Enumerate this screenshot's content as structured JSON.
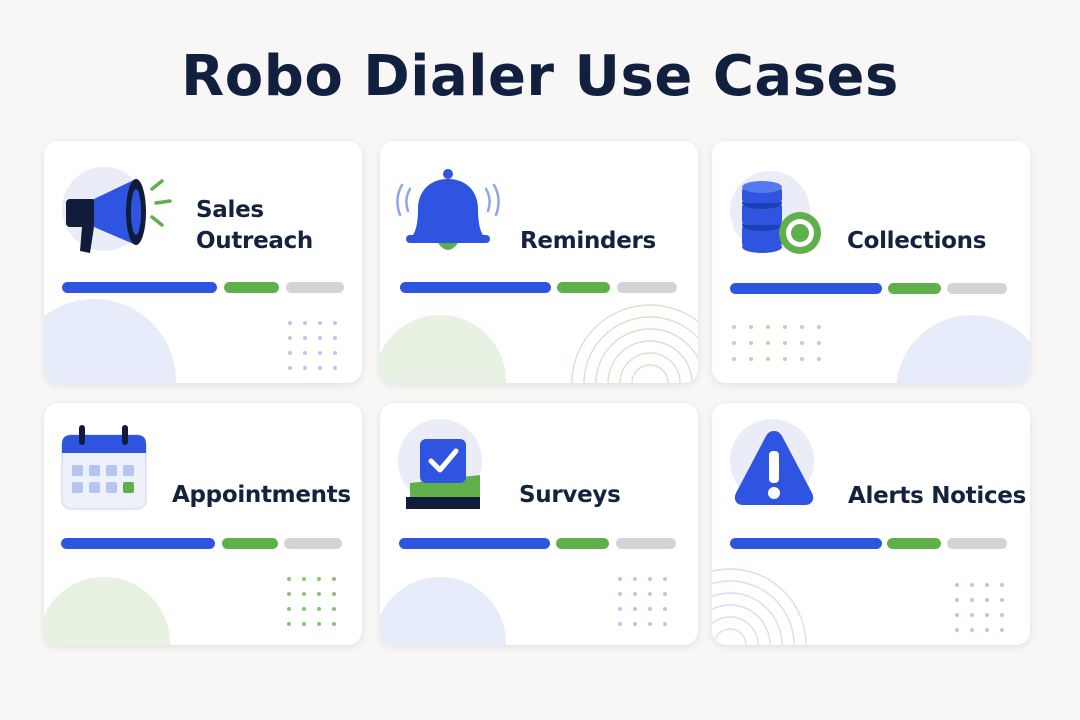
{
  "title": "Robo Dialer Use Cases",
  "colors": {
    "title": "#12203f",
    "blue": "#2f55e0",
    "green": "#5fb04a",
    "gray": "#d2d4d6",
    "navy": "#101c3a"
  },
  "cards": [
    {
      "label_lines": [
        "Sales",
        "Outreach"
      ],
      "icon": "megaphone-icon"
    },
    {
      "label_lines": [
        "Reminders"
      ],
      "icon": "bell-icon"
    },
    {
      "label_lines": [
        "Collections"
      ],
      "icon": "coin-stack-icon"
    },
    {
      "label_lines": [
        "Appointments"
      ],
      "icon": "calendar-icon"
    },
    {
      "label_lines": [
        "Surveys"
      ],
      "icon": "checkbox-icon"
    },
    {
      "label_lines": [
        "Alerts Notices"
      ],
      "icon": "warning-icon"
    }
  ]
}
